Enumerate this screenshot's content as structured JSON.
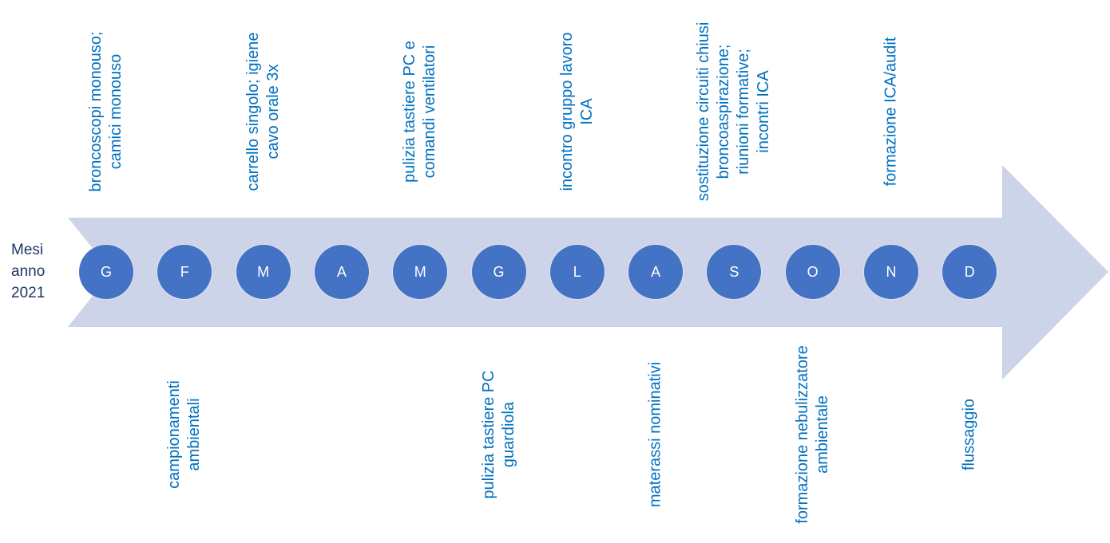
{
  "colors": {
    "arrow": "#cdd4ea",
    "circle": "#4472c4",
    "circle_text": "#ffffff",
    "event_text": "#0070c0",
    "axis_label": "#1f3864"
  },
  "axis_label": {
    "line1": "Mesi",
    "line2": "anno",
    "line3": "2021"
  },
  "months": [
    {
      "letter": "G",
      "above": [
        "broncoscopi monouso;",
        "camici monouso"
      ]
    },
    {
      "letter": "F",
      "below": [
        "campionamenti",
        "ambientali"
      ]
    },
    {
      "letter": "M",
      "above": [
        "carrello singolo; igiene",
        "cavo orale 3x"
      ]
    },
    {
      "letter": "A"
    },
    {
      "letter": "M",
      "above": [
        "pulizia tastiere PC e",
        "comandi ventilatori"
      ]
    },
    {
      "letter": "G",
      "below": [
        "pulizia tastiere PC",
        "guardiola"
      ]
    },
    {
      "letter": "L",
      "above": [
        "incontro gruppo lavoro",
        "ICA"
      ]
    },
    {
      "letter": "A",
      "below": [
        "materassi nominativi"
      ]
    },
    {
      "letter": "S",
      "above": [
        "sostituzione circuiti chiusi",
        "broncoaspirazione;",
        "riunioni formative;",
        "incontri ICA"
      ]
    },
    {
      "letter": "O",
      "below": [
        "formazione nebulizzatore",
        "ambientale"
      ]
    },
    {
      "letter": "N",
      "above": [
        "formazione ICA/audit"
      ]
    },
    {
      "letter": "D",
      "below": [
        "flussaggio"
      ]
    }
  ]
}
